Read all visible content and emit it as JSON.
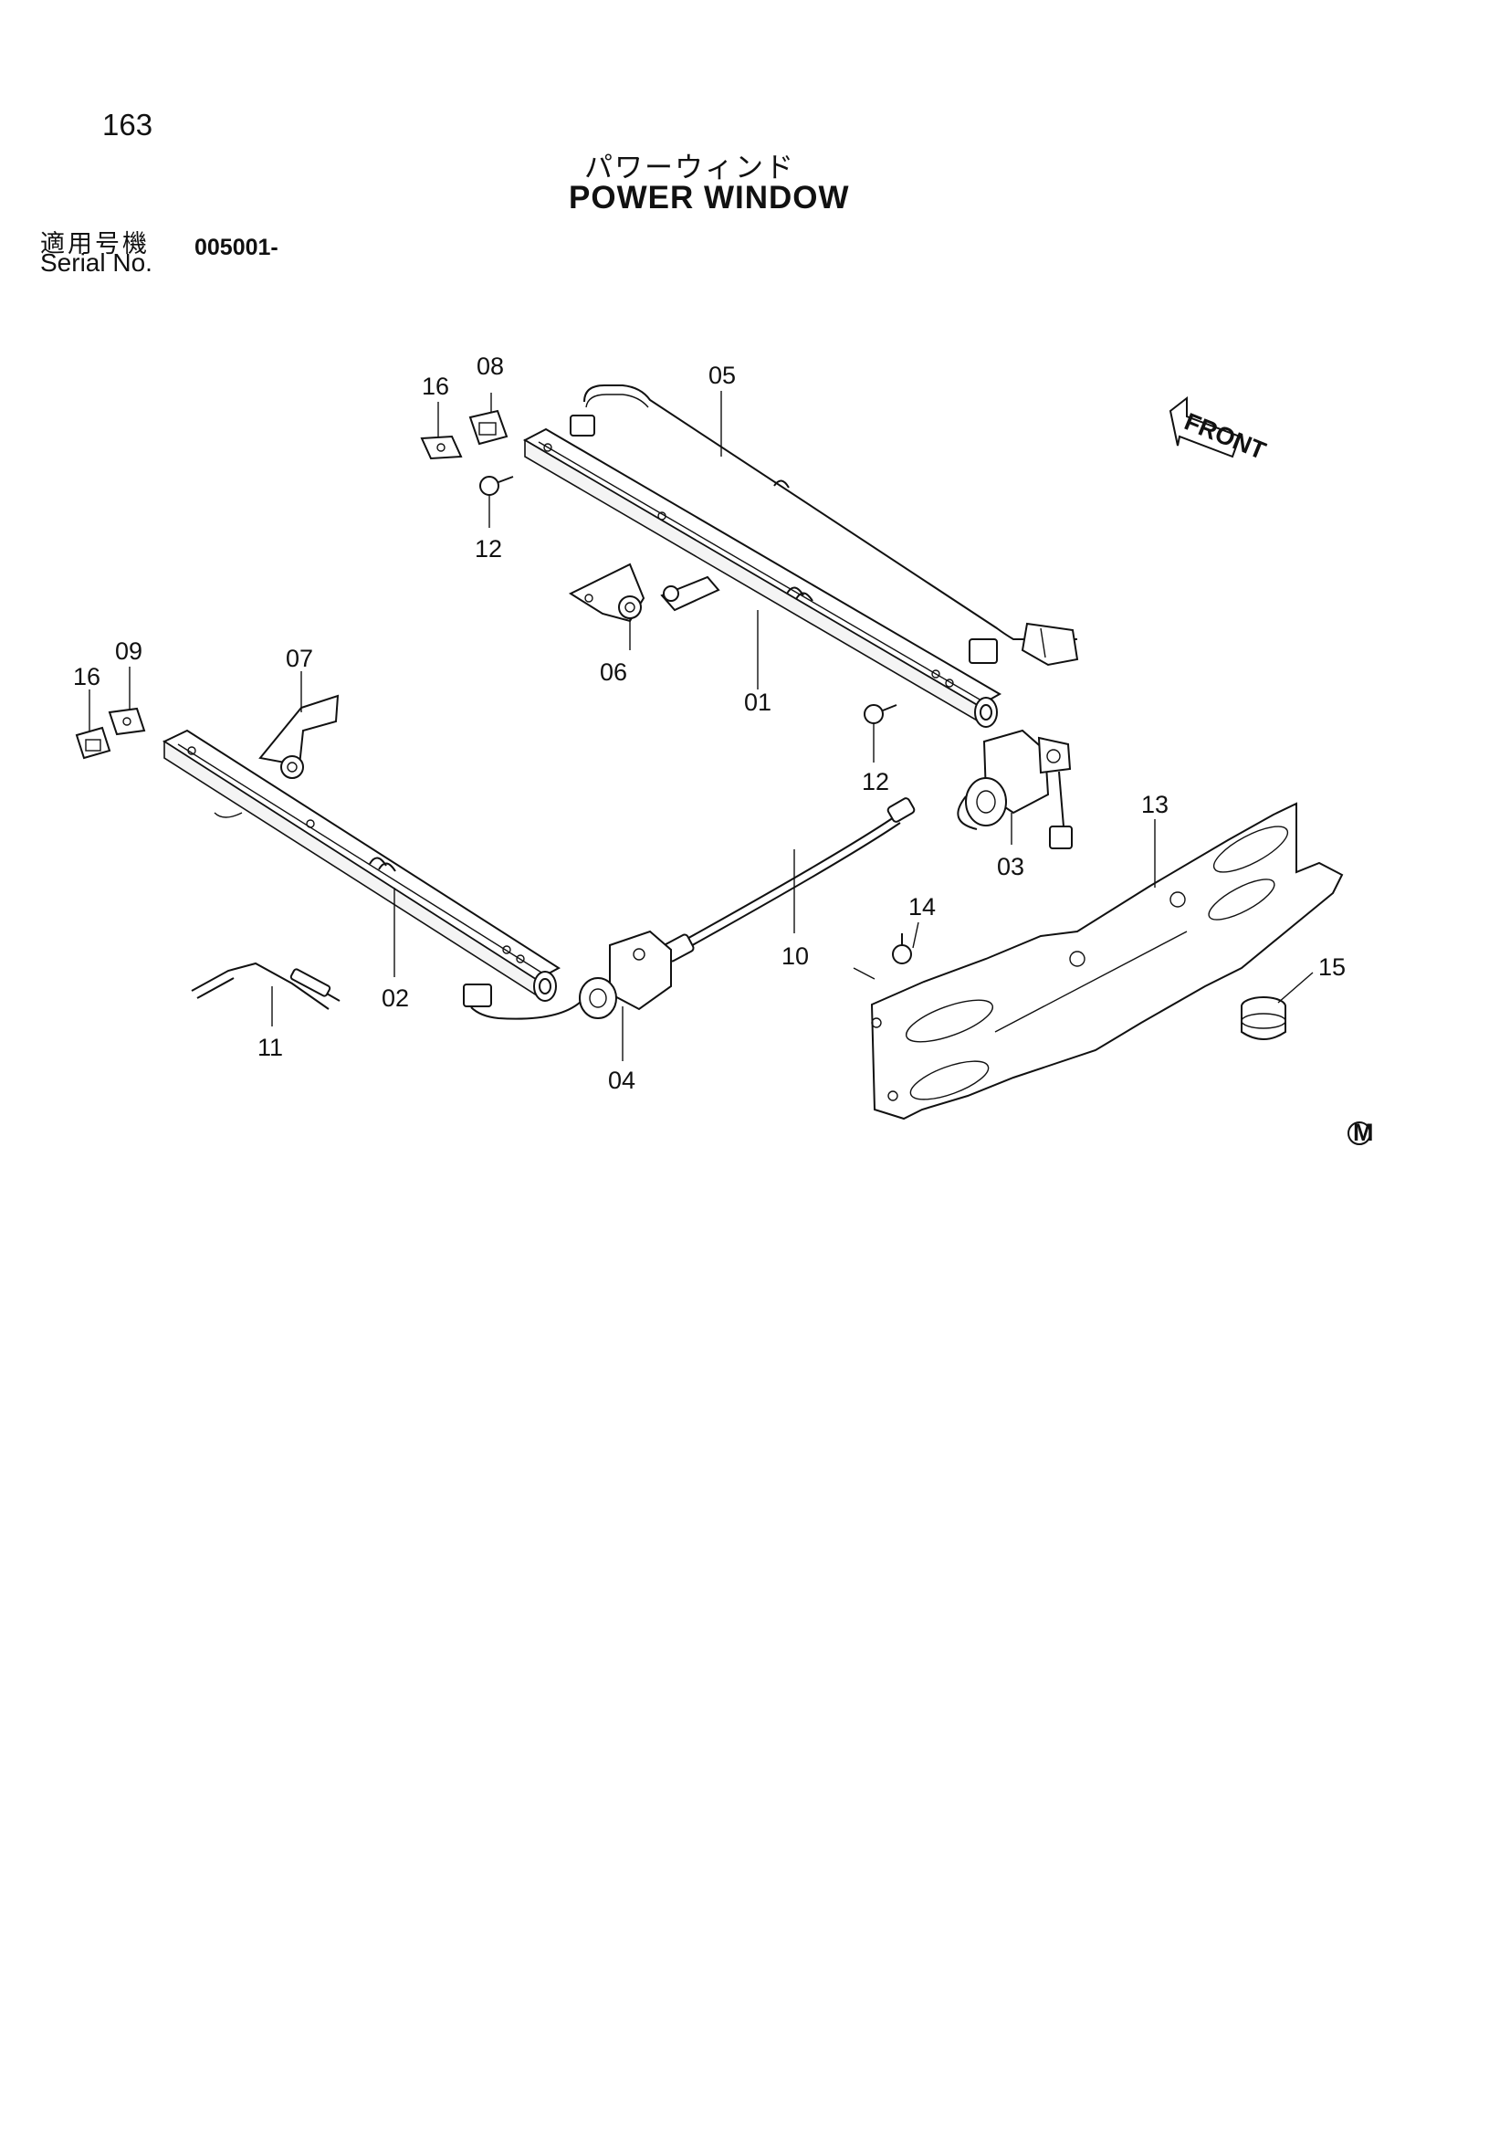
{
  "page": {
    "number": "163",
    "title_jp": "パワーウィンド",
    "title_en": "POWER WINDOW",
    "serial_label_jp": "適用号機",
    "serial_label_en": "Serial No.",
    "serial_value": "005001-"
  },
  "diagram": {
    "front_label": "FRONT",
    "mark_label": "M",
    "callouts": {
      "c01": "01",
      "c02": "02",
      "c03": "03",
      "c04": "04",
      "c05": "05",
      "c06": "06",
      "c07": "07",
      "c08": "08",
      "c09": "09",
      "c10": "10",
      "c11": "11",
      "c12a": "12",
      "c12b": "12",
      "c13": "13",
      "c14": "14",
      "c15": "15",
      "c16a": "16",
      "c16b": "16"
    }
  }
}
